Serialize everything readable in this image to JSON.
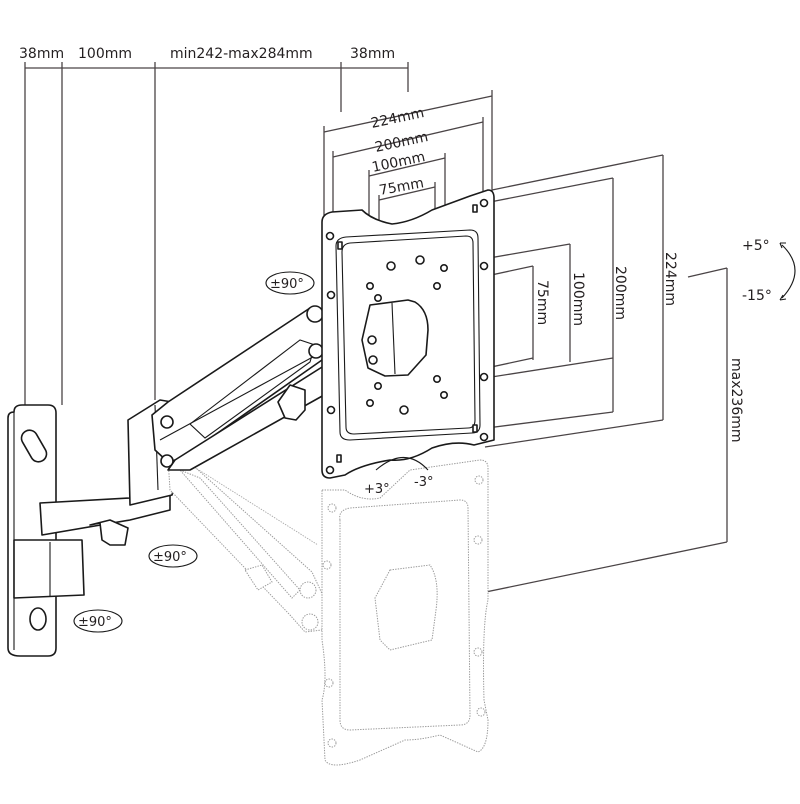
{
  "diagram": {
    "subject": "Gas-spring TV wall mount arm with VESA plate",
    "colors": {
      "line": "#1a1a1a",
      "dimension_line": "#4a4446",
      "ghost_line": "#9a9a9a",
      "background": "#ffffff"
    },
    "top_dimensions": [
      {
        "label": "38mm"
      },
      {
        "label": "100mm"
      },
      {
        "label": "min242-max284mm"
      },
      {
        "label": "38mm"
      }
    ],
    "vesa_horizontal": [
      {
        "label": "224mm"
      },
      {
        "label": "200mm"
      },
      {
        "label": "100mm"
      },
      {
        "label": "75mm"
      }
    ],
    "vesa_vertical": [
      {
        "label": "75mm"
      },
      {
        "label": "100mm"
      },
      {
        "label": "200mm"
      },
      {
        "label": "224mm"
      }
    ],
    "height_adjust": {
      "label": "max236mm"
    },
    "tilt": {
      "up": "+5°",
      "down": "-15°"
    },
    "level": {
      "left": "+3°",
      "right": "-3°"
    },
    "swivel_labels": [
      {
        "label": "±90°",
        "location": "plate"
      },
      {
        "label": "±90°",
        "location": "arm"
      },
      {
        "label": "±90°",
        "location": "wall"
      }
    ]
  }
}
